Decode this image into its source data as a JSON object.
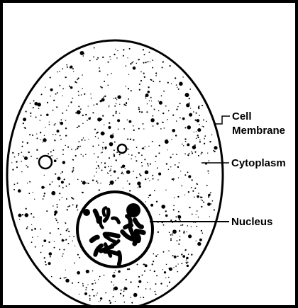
{
  "labels": {
    "cell_membrane_line1": "Cell",
    "cell_membrane_line2": "Membrane",
    "cytoplasm": "Cytoplasm",
    "nucleus": "Nucleus"
  },
  "colors": {
    "ink": "#000000",
    "background": "#ffffff"
  }
}
